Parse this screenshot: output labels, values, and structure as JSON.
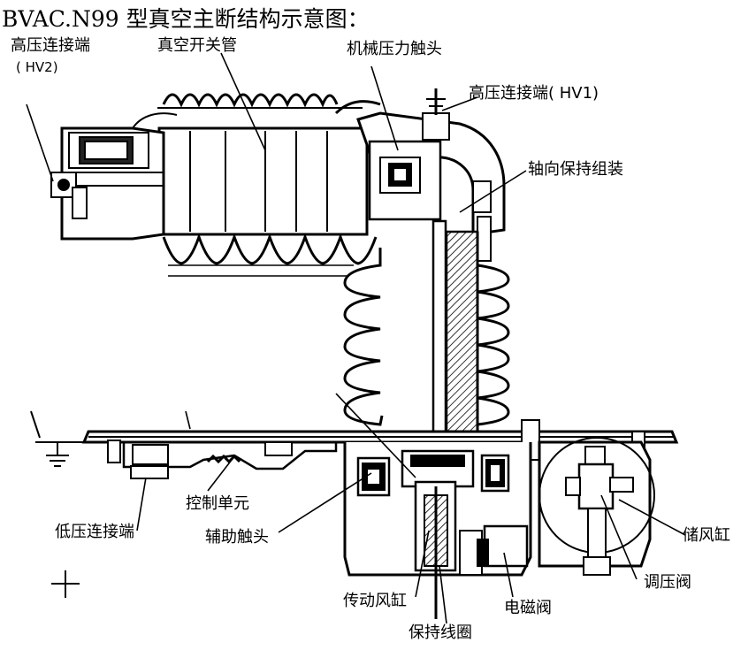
{
  "caption": "BVAC.N99 型真空主断结构示意图：",
  "labels": {
    "hv2_line1": "高压连接端",
    "hv2_line2": "( HV2)",
    "vacuum_tube": "真空开关管",
    "mech_contact": "机械压力触头",
    "hv1": "高压连接端( HV1)",
    "axial_hold": "轴向保持组装",
    "control_unit": "控制单元",
    "low_voltage": "低压连接端",
    "aux_contact": "辅助触头",
    "air_tank": "储风缸",
    "pressure_valve": "调压阀",
    "drive_cylinder": "传动风缸",
    "solenoid_valve": "电磁阀",
    "hold_coil": "保持线圈"
  }
}
